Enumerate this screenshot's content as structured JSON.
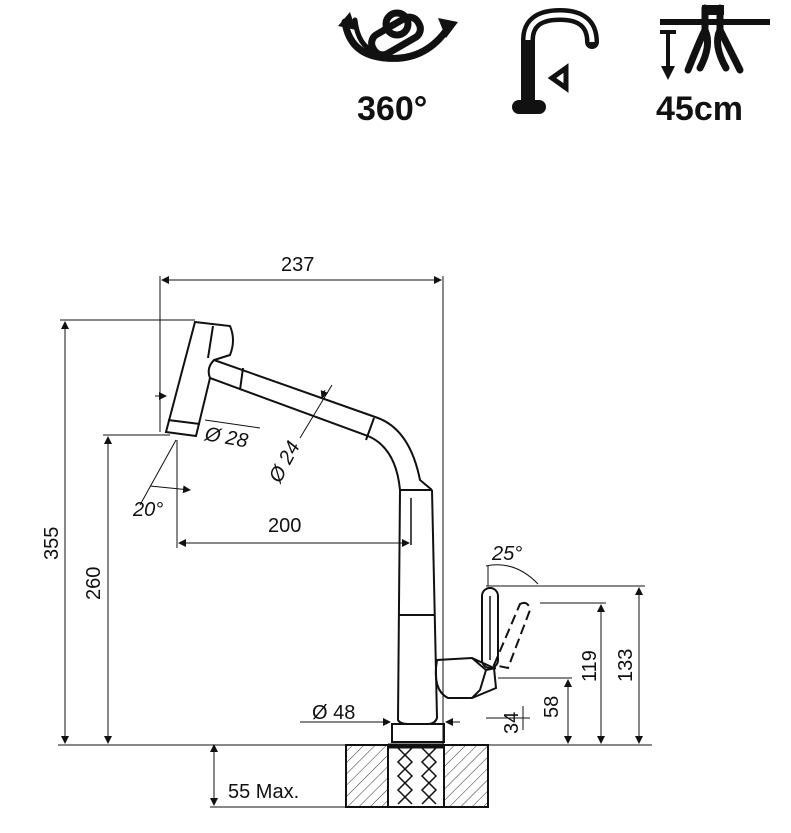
{
  "icons": {
    "rotation_label": "360°",
    "hose_label": "45cm"
  },
  "dimensions": {
    "overall_width": "237",
    "overall_height": "355",
    "spray_height": "260",
    "spout_reach": "200",
    "spray_angle": "20°",
    "spray_diameter": "Ø 28",
    "hose_diameter": "Ø 24",
    "lever_angle": "25°",
    "lever_h1": "34",
    "lever_h2": "58",
    "lever_h3": "119",
    "lever_h4": "133",
    "base_diameter": "Ø 48",
    "mount_thickness": "55 Max."
  }
}
